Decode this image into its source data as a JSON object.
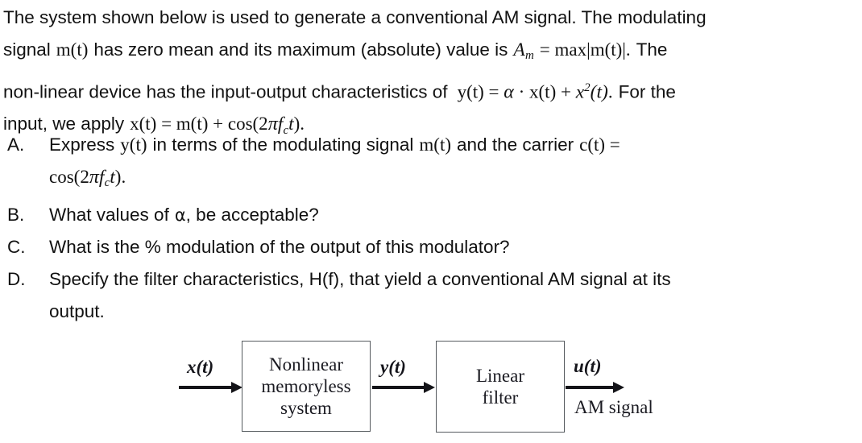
{
  "document": {
    "type": "textbook-problem",
    "background_color": "#ffffff",
    "text_color": "#121212"
  },
  "prompt": {
    "line1_a": "The system shown below is used to generate a conventional AM signal. The modulating",
    "line2_a": "signal",
    "line2_math_mt": "m(t)",
    "line2_b": "has zero mean and its maximum (absolute) value is",
    "line2_math_A": "A",
    "line2_math_A_sub": "m",
    "line2_math_eq": "= max|m(t)|.",
    "line2_c": "The",
    "line3_a": "non-linear device has the input-output characteristics of",
    "line3_math_lhs": "y(t) = ",
    "line3_math_alpha": "α",
    "line3_math_mid": " · x(t) + ",
    "line3_math_x": "x",
    "line3_math_x_sup": "2",
    "line3_math_tail": "(t)",
    "line3_math_period": ".",
    "line3_b": "For the",
    "line4_a": "input, we apply",
    "line4_math_lhs": "x(t) = m(t) + cos(2",
    "line4_math_pi": "π",
    "line4_math_f": "f",
    "line4_math_f_sub": "c",
    "line4_math_t": "t",
    "line4_math_end": ")."
  },
  "questions": [
    {
      "marker": "A.",
      "line1_a": "Express",
      "line1_math_yt": "y(t)",
      "line1_b": "in terms of the modulating signal",
      "line1_math_mt": "m(t)",
      "line1_c": "and the carrier",
      "line1_math_ct": "c(t) =",
      "line2_math_lhs": "cos(2",
      "line2_math_pi": "π",
      "line2_math_f": "f",
      "line2_math_f_sub": "c",
      "line2_math_t": "t",
      "line2_math_end": ")."
    },
    {
      "marker": "B.",
      "line1_a": "What values of",
      "line1_math_alpha": "α",
      "line1_b": ", be acceptable?"
    },
    {
      "marker": "C.",
      "line1_a": "What is the % modulation of the output of this modulator?"
    },
    {
      "marker": "D.",
      "line1_a": "Specify the filter characteristics, H(f), that yield a conventional AM signal at its",
      "line2_a": "output."
    }
  ],
  "diagram": {
    "blocks": [
      {
        "id": "nonlinear",
        "line1": "Nonlinear",
        "line2": "memoryless",
        "line3": "system"
      },
      {
        "id": "filter",
        "line1": "Linear",
        "line2": "filter"
      }
    ],
    "signals": {
      "input_label": "x(t)",
      "intermediate_label": "y(t)",
      "output_label": "u(t)",
      "output_caption": "AM signal"
    },
    "border_color": "#555a5e",
    "arrow_color": "#131318"
  }
}
